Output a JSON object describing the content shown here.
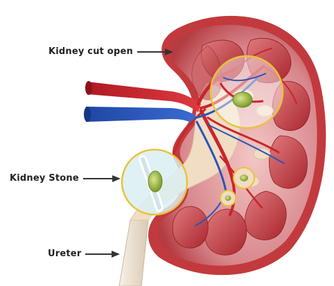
{
  "labels": {
    "kidney_cut_open": "Kidney cut open",
    "kidney_stone": "Kidney Stone",
    "ureter": "Ureter"
  },
  "colors": {
    "capsule": "#c23a3d",
    "cortex": "#d7868c",
    "pyramid": "#c9454a",
    "pelvis": "#f1dcc4",
    "artery": "#c8262c",
    "vein": "#2a55b7",
    "stone": "#9bb83a",
    "highlight_ring": "#e8c33b",
    "ureter": "#efe6d8",
    "label_text": "#222222"
  },
  "icons": [
    "arrow-right-icon"
  ]
}
